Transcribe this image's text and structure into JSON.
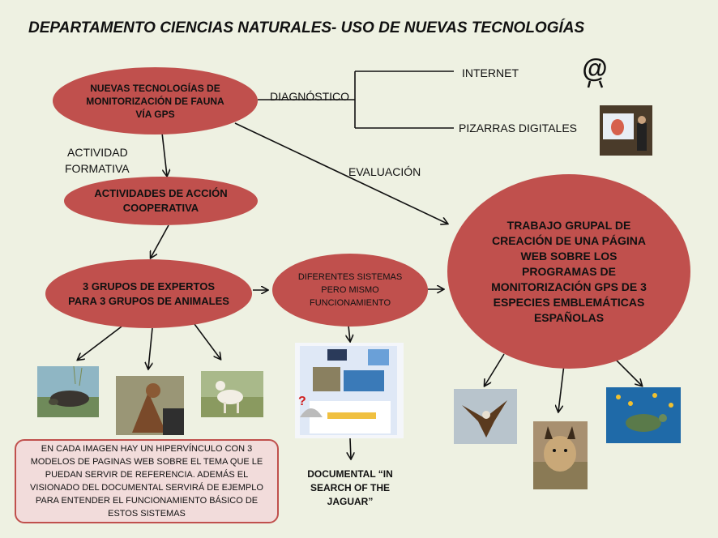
{
  "title": "DEPARTAMENTO CIENCIAS NATURALES- USO DE NUEVAS TECNOLOGÍAS",
  "nodes": {
    "nuevas_tecnologias": "NUEVAS TECNOLOGÍAS DE MONITORIZACIÓN DE FAUNA VÍA GPS",
    "actividades": "ACTIVIDADES DE ACCIÓN COOPERATIVA",
    "grupos_expertos": "3 GRUPOS DE EXPERTOS PARA 3 GRUPOS DE ANIMALES",
    "diferentes_sistemas": "DIFERENTES SISTEMAS PERO MISMO FUNCIONAMIENTO",
    "trabajo_grupal": "TRABAJO GRUPAL DE CREACIÓN DE UNA PÁGINA WEB SOBRE LOS PROGRAMAS DE MONITORIZACIÓN GPS DE 3 ESPECIES EMBLEMÁTICAS ESPAÑOLAS"
  },
  "labels": {
    "diagnostico": "DIAGNÓSTICO",
    "internet": "INTERNET",
    "pizarras": "PIZARRAS DIGITALES",
    "actividad_formativa_1": "ACTIVIDAD",
    "actividad_formativa_2": "FORMATIVA",
    "evaluacion": "EVALUACIÓN",
    "documental": "DOCUMENTAL “IN SEARCH OF THE JAGUAR”"
  },
  "note": "EN CADA IMAGEN HAY UN HIPERVÍNCULO CON 3 MODELOS DE PAGINAS WEB SOBRE EL TEMA QUE LE PUEDAN SERVIR DE REFERENCIA. ADEMÁS EL VISIONADO DEL DOCUMENTAL SERVIRÁ DE EJEMPLO PARA ENTENDER EL FUNCIONAMIENTO BÁSICO DE ESTOS SISTEMAS",
  "icons": {
    "at": "@",
    "question": "?"
  },
  "colors": {
    "oval": "#c0504d",
    "background": "#eef1e2",
    "note_fill": "#f2dcdb"
  }
}
